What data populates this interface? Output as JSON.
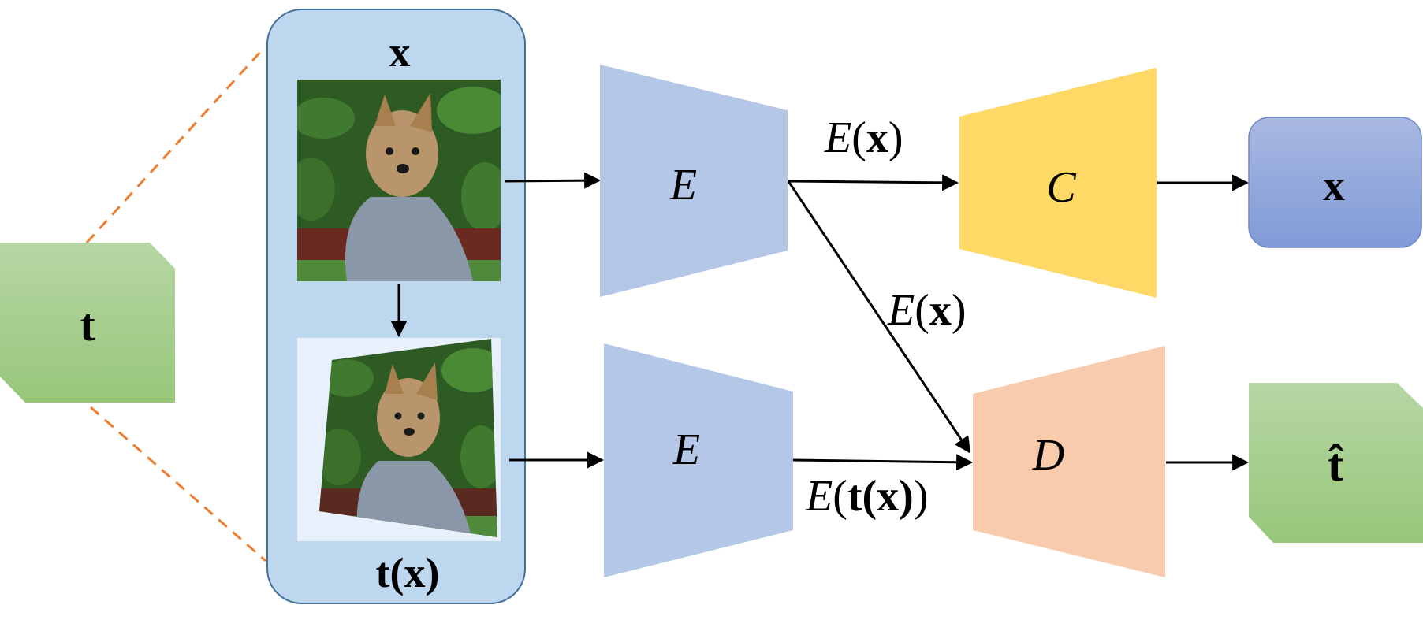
{
  "labels": {
    "t_input": "t",
    "x_top": "x",
    "tx_bottom": "t(x)",
    "encoder_top": "E",
    "encoder_bottom": "E",
    "classifier": "C",
    "decoder": "D",
    "output_x": "x",
    "output_t_hat": "t̂"
  },
  "edges": {
    "ex_top_fn": "E",
    "ex_top_arg": "x",
    "ex_diag_fn": "E",
    "ex_diag_arg": "x",
    "etx_fn": "E",
    "etx_arg": "t(x)"
  },
  "colors": {
    "green_top": "#b7d6a4",
    "green_bottom": "#97c77a",
    "panel_fill": "#bdd7ee",
    "panel_stroke": "#41719c",
    "encoder": "#b4c7e7",
    "classifier": "#ffd966",
    "decoder": "#f8cbad",
    "out_blue_top": "#a9b8e0",
    "out_blue_bottom": "#7f9bd8",
    "dashed_orange": "#ed7d31",
    "foliage": "#2e5a23",
    "dog_fur": "#b8956a",
    "dog_body": "#8a97a8",
    "tx_background": "#e8f1fb"
  }
}
